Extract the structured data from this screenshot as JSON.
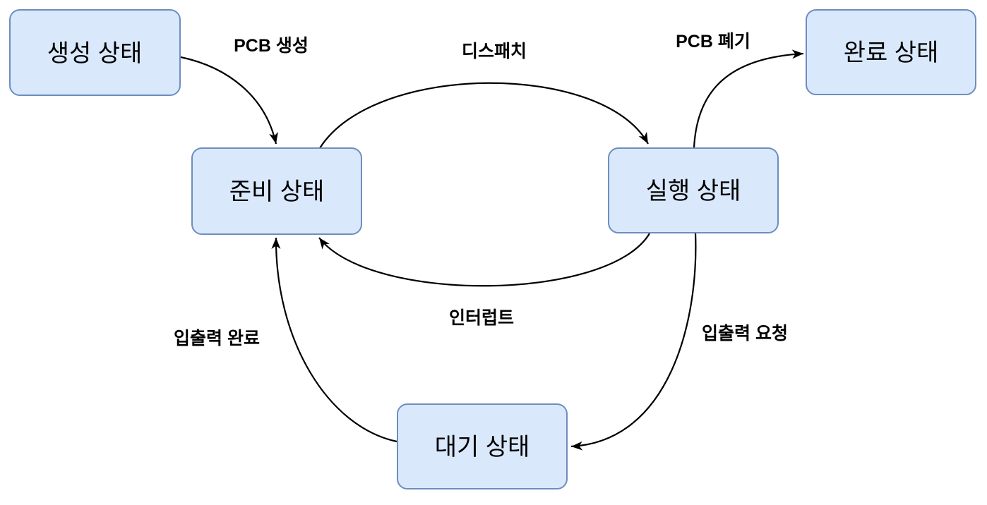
{
  "diagram": {
    "type": "state-diagram",
    "language": "ko",
    "colors": {
      "background": "#ffffff",
      "node_fill": "#dae8fc",
      "node_border": "#6c8ebf",
      "edge_stroke": "#000000",
      "text": "#000000"
    },
    "nodes": {
      "created": {
        "label": "생성 상태"
      },
      "completed": {
        "label": "완료 상태"
      },
      "ready": {
        "label": "준비 상태"
      },
      "running": {
        "label": "실행 상태"
      },
      "waiting": {
        "label": "대기 상태"
      }
    },
    "edges": {
      "pcb_create": {
        "label": "PCB 생성",
        "from": "생성 상태",
        "to": "준비 상태"
      },
      "dispatch": {
        "label": "디스패치",
        "from": "준비 상태",
        "to": "실행 상태"
      },
      "pcb_destroy": {
        "label": "PCB 폐기",
        "from": "실행 상태",
        "to": "완료 상태"
      },
      "interrupt": {
        "label": "인터럽트",
        "from": "실행 상태",
        "to": "준비 상태"
      },
      "io_request": {
        "label": "입출력 요청",
        "from": "실행 상태",
        "to": "대기 상태"
      },
      "io_complete": {
        "label": "입출력 완료",
        "from": "대기 상태",
        "to": "준비 상태"
      }
    }
  }
}
